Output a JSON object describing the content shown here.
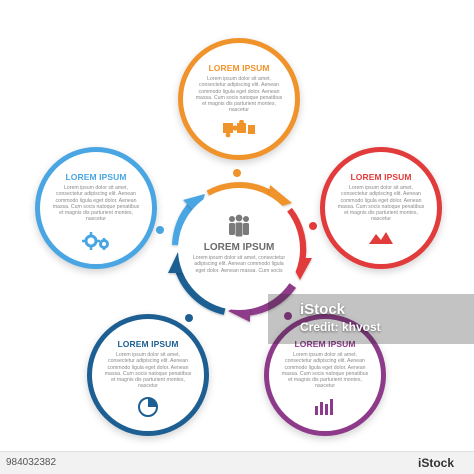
{
  "colors": {
    "orange": "#f0932b",
    "red": "#e23b3b",
    "purple": "#8e3a8a",
    "blue_dark": "#1d5f92",
    "blue_light": "#4aa6e3",
    "dark_text": "#5b5b5b"
  },
  "center": {
    "title": "LOREM IPSUM",
    "body": "Lorem ipsum dolor sit amet, consectetur adipiscing elit. Aenean commodo ligula eget dolor. Aenean massa. Cum socis",
    "icon": "people-group-icon"
  },
  "nodes": [
    {
      "id": "top",
      "title": "LOREM IPSUM",
      "body": "Lorem ipsum dolor sit amet, consectetur adipiscing elit. Aenean commodo ligula eget dolor. Aenean massa. Cum socis natoque penatibus et magnis dis parturient montes, nascetur",
      "icon": "puzzle-icon",
      "color": "#f0932b"
    },
    {
      "id": "right",
      "title": "LOREM IPSUM",
      "body": "Lorem ipsum dolor sit amet, consectetur adipiscing elit. Aenean commodo ligula eget dolor. Aenean massa. Cum socis natoque penatibus et magnis dis parturient montes, nascetur",
      "icon": "mountain-chart-icon",
      "color": "#e23b3b"
    },
    {
      "id": "bottom-right",
      "title": "LOREM IPSUM",
      "body": "Lorem ipsum dolor sit amet, consectetur adipiscing elit. Aenean commodo ligula eget dolor. Aenean massa. Cum socis natoque penatibus et magnis dis parturient montes, nascetur",
      "icon": "bar-chart-icon",
      "color": "#8e3a8a"
    },
    {
      "id": "bottom-left",
      "title": "LOREM IPSUM",
      "body": "Lorem ipsum dolor sit amet, consectetur adipiscing elit. Aenean commodo ligula eget dolor. Aenean massa. Cum socis natoque penatibus et magnis dis parturient montes, nascetur",
      "icon": "pie-chart-icon",
      "color": "#1d5f92"
    },
    {
      "id": "left",
      "title": "LOREM IPSUM",
      "body": "Lorem ipsum dolor sit amet, consectetur adipiscing elit. Aenean commodo ligula eget dolor. Aenean massa. Cum socis natoque penatibus et magnis dis parturient montes, nascetur",
      "icon": "gears-icon",
      "color": "#4aa6e3"
    }
  ],
  "watermark": {
    "brand": "Credit: khvost",
    "site": "iStock"
  },
  "footer": {
    "id": "984032382",
    "logo": "iStock"
  }
}
